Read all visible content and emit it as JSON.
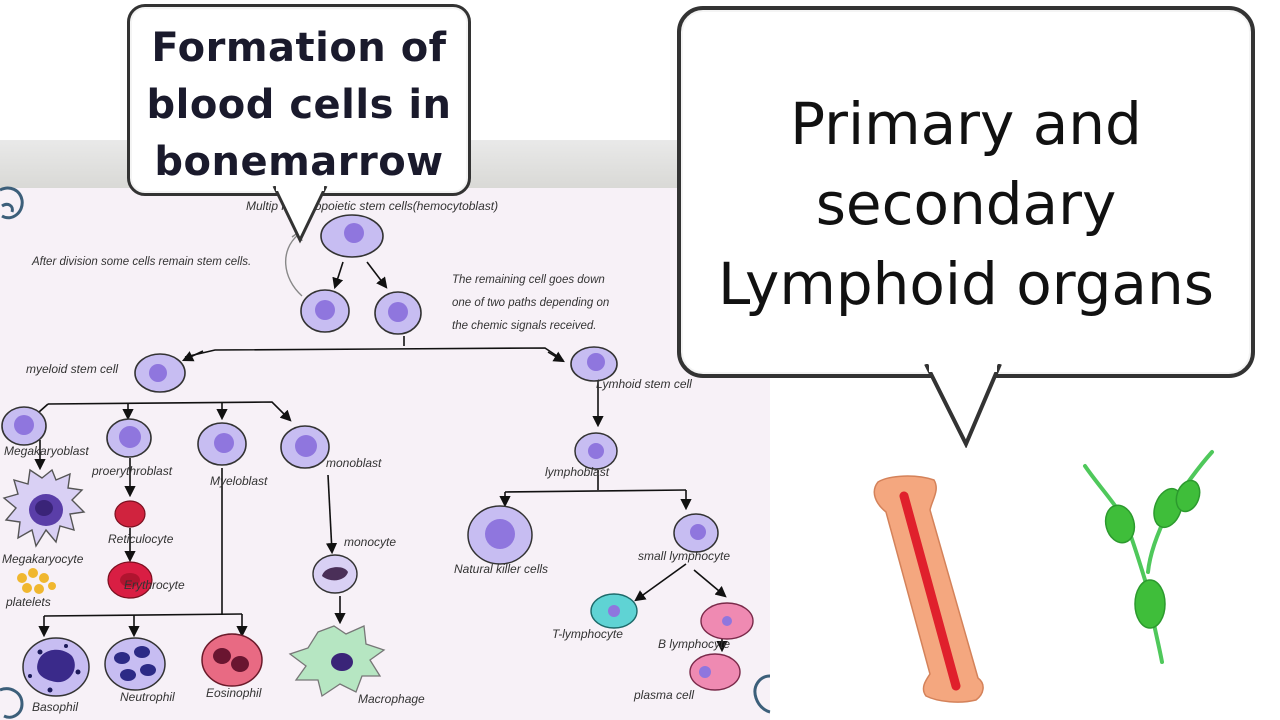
{
  "left_bubble": {
    "lines": [
      "Formation of",
      "blood cells in",
      "bonemarrow"
    ]
  },
  "right_bubble": {
    "lines": [
      "Primary and",
      "secondary",
      "Lymphoid organs"
    ]
  },
  "diagram": {
    "top_label": "Multip          hematopoietic stem cells(hemocytoblast)",
    "left_note": "After division some cells remain stem cells.",
    "right_note": [
      "The remaining cell goes down",
      "one of two paths depending on",
      "the chemic signals received."
    ],
    "labels": {
      "myeloid_stem_cell": "myeloid stem cell",
      "lymphoid_stem_cell": "Lymhoid stem cell",
      "megakaryoblast": "Megakaryoblast",
      "proerythroblast": "proerythroblast",
      "myeloblast": "Myeloblast",
      "monoblast": "monoblast",
      "megakaryocyte": "Megakaryocyte",
      "reticulocyte": "Reticulocyte",
      "erythrocyte": "Erythrocyte",
      "platelets": "platelets",
      "monocyte": "monocyte",
      "lymphoblast": "lymphoblast",
      "natural_killer": "Natural killer cells",
      "small_lymphocyte": "small lymphocyte",
      "t_lymphocyte": "T-lymphocyte",
      "b_lymphocyte": "B lymphocyte",
      "plasma_cell": "plasma cell",
      "basophil": "Basophil",
      "neutrophil": "Neutrophil",
      "eosinophil": "Eosinophil",
      "macrophage": "Macrophage"
    }
  },
  "colors": {
    "stem_cell_fill": "#c7bdf2",
    "stem_nucleus": "#8f76de",
    "erythrocyte": "#d91e43",
    "eosinophil": "#e86a83",
    "t_lymphocyte": "#5fd3d4",
    "b_lymphocyte": "#ef8ab2",
    "macrophage": "#b6e6c2",
    "bone": "#f4a77f",
    "marrow": "#e0202c",
    "lymph_vessel": "#4fc85b"
  },
  "icons": [
    "bone-icon",
    "lymph-node-icon"
  ]
}
